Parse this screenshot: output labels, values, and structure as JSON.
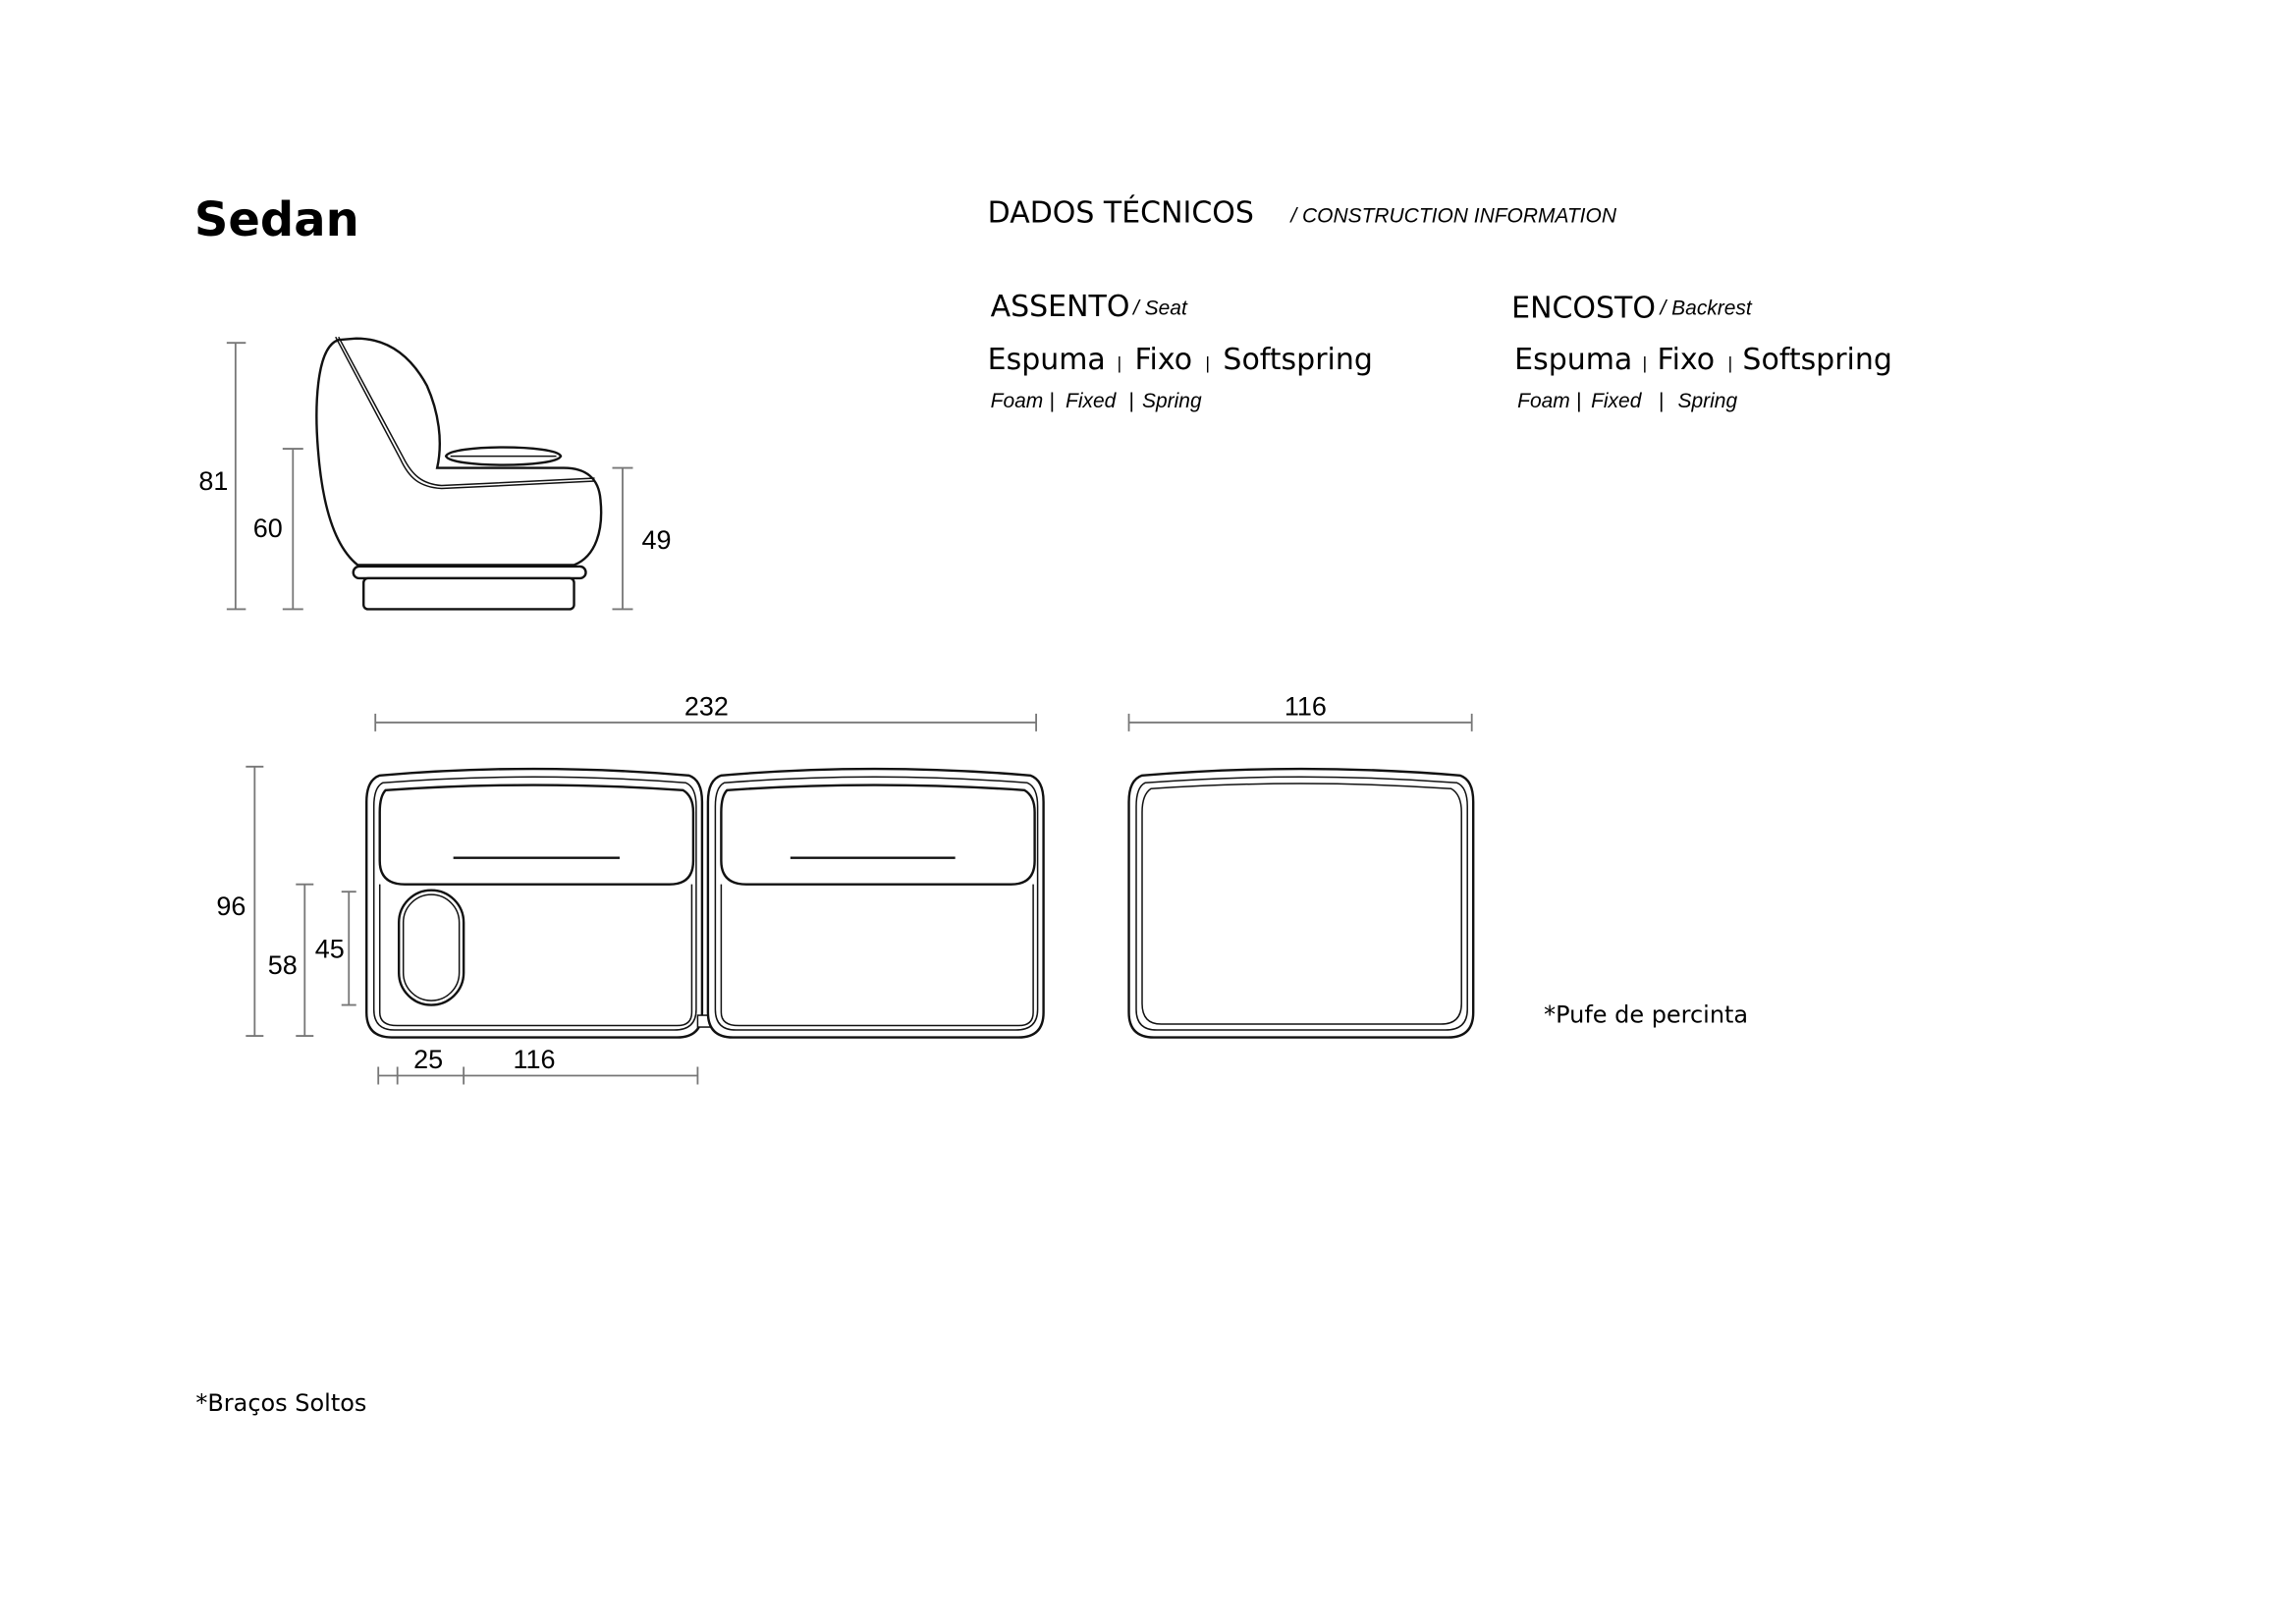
{
  "title": "Sedan",
  "header": {
    "title": "DADOS TÉCNICOS",
    "subtitle": "/ CONSTRUCTION INFORMATION"
  },
  "seat": {
    "label": "ASSENTO",
    "label_en": "/ Seat",
    "materials": [
      "Espuma",
      "Fixo",
      "Softspring"
    ],
    "materials_en": [
      "Foam",
      "Fixed",
      "Spring"
    ]
  },
  "backrest": {
    "label": "ENCOSTO",
    "label_en": "/ Backrest",
    "materials": [
      "Espuma",
      "Fixo",
      "Softspring"
    ],
    "materials_en": [
      "Foam",
      "Fixed",
      "Spring"
    ]
  },
  "separator": "|",
  "side_view": {
    "total_height": "81",
    "back_height": "60",
    "seat_height": "49"
  },
  "top_view": {
    "sofa_width": "232",
    "pouf_width": "116",
    "depth": "96",
    "seat_depth": "58",
    "arm_depth": "45",
    "arm_width": "25",
    "module_width": "116"
  },
  "notes": {
    "pouf": "*Pufe de percinta",
    "arms": "*Braços Soltos"
  }
}
